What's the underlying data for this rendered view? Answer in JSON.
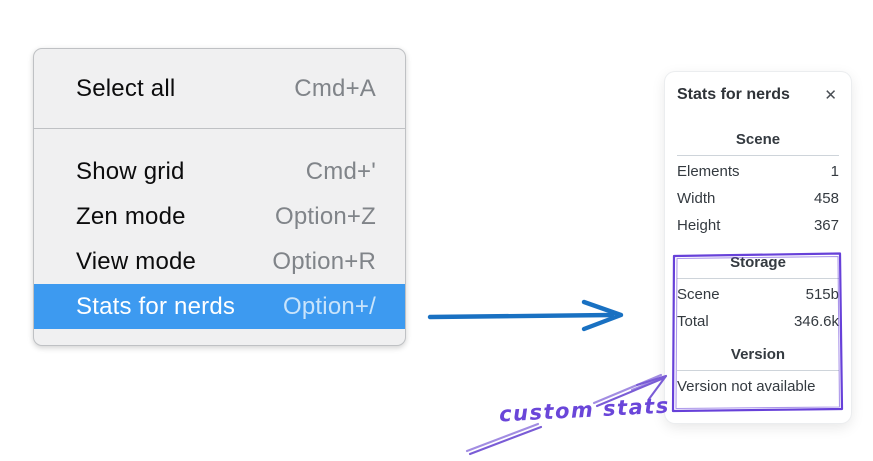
{
  "colors": {
    "menu_highlight": "#3d9af0",
    "menu_background": "#f0f0f1",
    "flow_arrow_blue": "#1971c2",
    "annotation_box_purple": "#6741d9",
    "annotation_arrow_purple": "#7a5cd6",
    "annotation_text_purple": "#6a46d9"
  },
  "menu": {
    "items": [
      {
        "label": "Select all",
        "shortcut": "Cmd+A"
      },
      {
        "label": "Show grid",
        "shortcut": "Cmd+'"
      },
      {
        "label": "Zen mode",
        "shortcut": "Option+Z"
      },
      {
        "label": "View mode",
        "shortcut": "Option+R"
      },
      {
        "label": "Stats for nerds",
        "shortcut": "Option+/",
        "selected": true
      }
    ]
  },
  "panel": {
    "title": "Stats for nerds",
    "sections": [
      {
        "title": "Scene",
        "rows": [
          {
            "label": "Elements",
            "value": "1"
          },
          {
            "label": "Width",
            "value": "458"
          },
          {
            "label": "Height",
            "value": "367"
          }
        ]
      },
      {
        "title": "Storage",
        "rows": [
          {
            "label": "Scene",
            "value": "515b"
          },
          {
            "label": "Total",
            "value": "346.6k"
          }
        ]
      },
      {
        "title": "Version",
        "note": "Version not available"
      }
    ]
  },
  "icons": {
    "close": "✕"
  },
  "annotation": {
    "label": "custom stats"
  }
}
